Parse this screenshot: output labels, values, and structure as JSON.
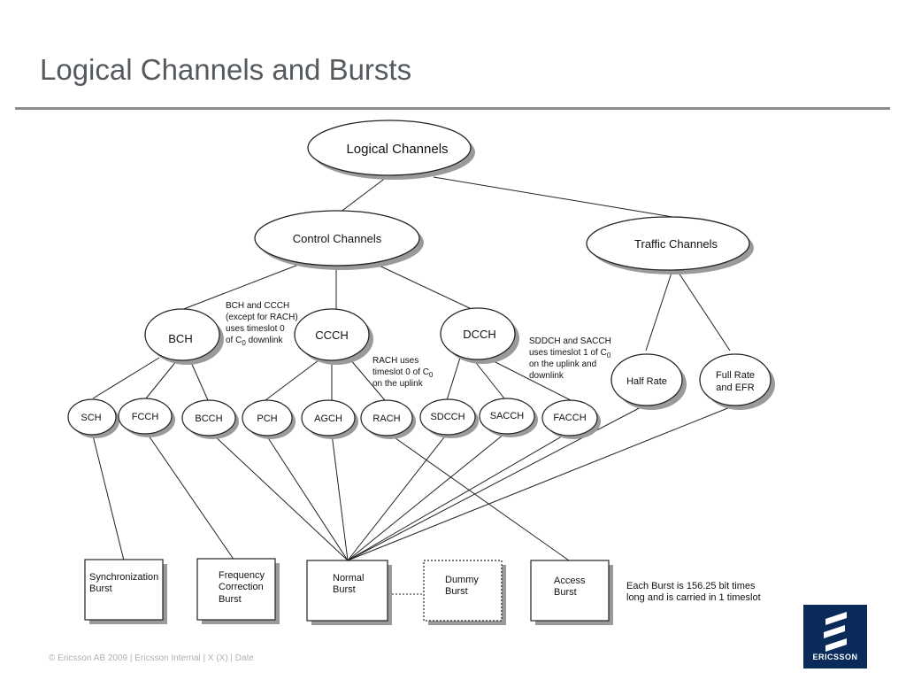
{
  "slide": {
    "title": "Logical Channels and Bursts",
    "footer": "© Ericsson AB 2009 | Ericsson Internal | X (X) | Date",
    "logo_text": "ERICSSON"
  },
  "nodes": {
    "logical_channels": "Logical Channels",
    "control_channels": "Control Channels",
    "traffic_channels": "Traffic Channels",
    "bch": "BCH",
    "ccch": "CCCH",
    "dcch": "DCCH",
    "half_rate": "Half Rate",
    "full_rate_line1": "Full Rate",
    "full_rate_line2": "and EFR",
    "sch": "SCH",
    "fcch": "FCCH",
    "bcch": "BCCH",
    "pch": "PCH",
    "agch": "AGCH",
    "rach": "RACH",
    "sdcch": "SDCCH",
    "sacch": "SACCH",
    "facch": "FACCH"
  },
  "bursts": {
    "sync_line1": "Synchronization",
    "sync_line2": "Burst",
    "freq_line1": "Frequency",
    "freq_line2": "Correction",
    "freq_line3": "Burst",
    "normal_line1": "Normal",
    "normal_line2": "Burst",
    "dummy_line1": "Dummy",
    "dummy_line2": "Burst",
    "access_line1": "Access",
    "access_line2": "Burst"
  },
  "notes": {
    "bch_ccch": [
      "BCH and CCCH",
      "(except for RACH)",
      "uses timeslot 0",
      "of C",
      "0",
      " downlink"
    ],
    "rach": [
      "RACH uses",
      "timeslot 0 of C",
      "0",
      "on the uplink"
    ],
    "sddch": [
      "SDDCH and SACCH",
      "uses timeslot 1 of C",
      "0",
      "on the uplink and",
      "downlink"
    ],
    "burst": [
      "Each Burst is 156.25 bit times",
      "long and is carried in 1 timeslot"
    ]
  },
  "colors": {
    "title": "#555a5f",
    "rule": "#8c8c8c",
    "shadow": "#9a9a9a",
    "logo_bg": "#0a2a5a"
  }
}
